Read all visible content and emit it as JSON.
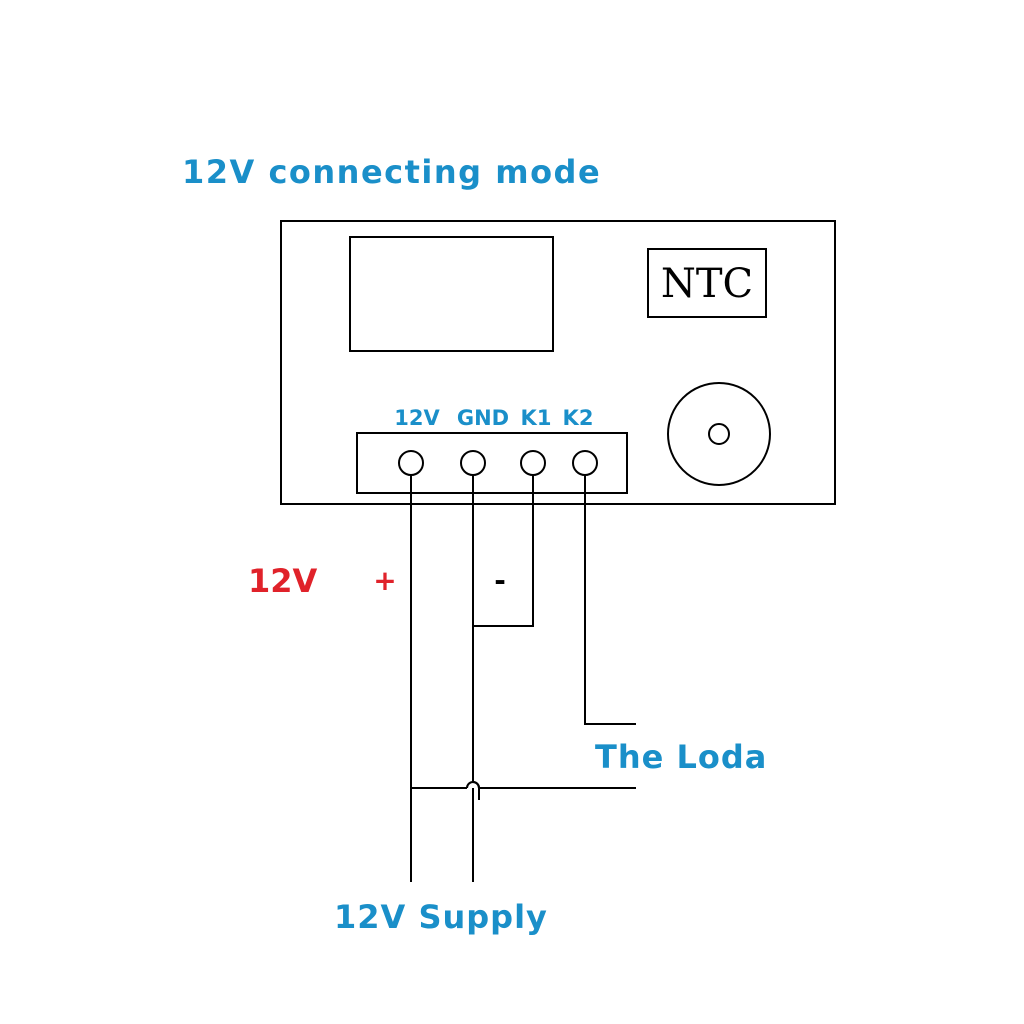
{
  "title": "12V connecting mode",
  "module": {
    "sensor_label": "NTC",
    "terminals": [
      "12V",
      "GND",
      "K1",
      "K2"
    ]
  },
  "supply": {
    "voltage_label": "12V",
    "plus_sign": "+",
    "minus_sign": "-",
    "supply_label": "12V Supply"
  },
  "load_label": "The Loda",
  "colors": {
    "blue": "#1a8fc9",
    "red": "#e0222a",
    "line": "#000000"
  }
}
